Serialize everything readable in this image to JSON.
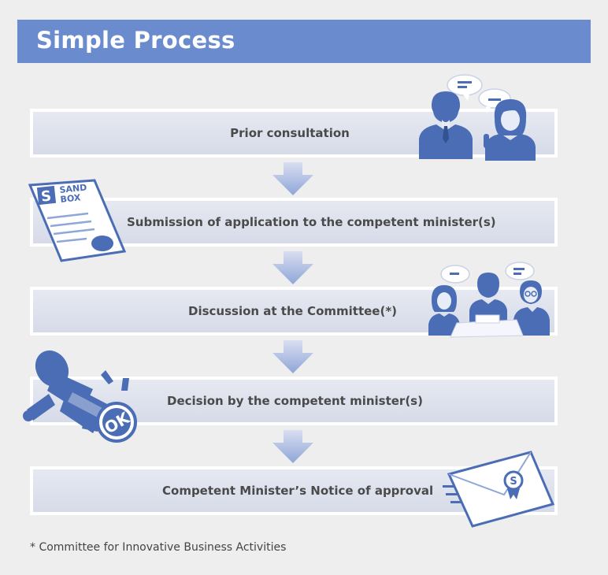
{
  "header": {
    "title": "Simple Process"
  },
  "steps": [
    {
      "label": "Prior consultation"
    },
    {
      "label": "Submission of application to the competent minister(s)"
    },
    {
      "label": "Discussion at the Committee(*)"
    },
    {
      "label": "Decision by the competent minister(s)"
    },
    {
      "label": "Competent Minister’s Notice of approval"
    }
  ],
  "sandbox_doc": {
    "line1": "SAND",
    "line2": "BOX"
  },
  "stamp": {
    "text": "OK"
  },
  "footnote": "* Committee for Innovative Business Activities",
  "colors": {
    "header": "#6a8bcd",
    "icon": "#4a6db5",
    "step_bg": "#dde1ec"
  }
}
